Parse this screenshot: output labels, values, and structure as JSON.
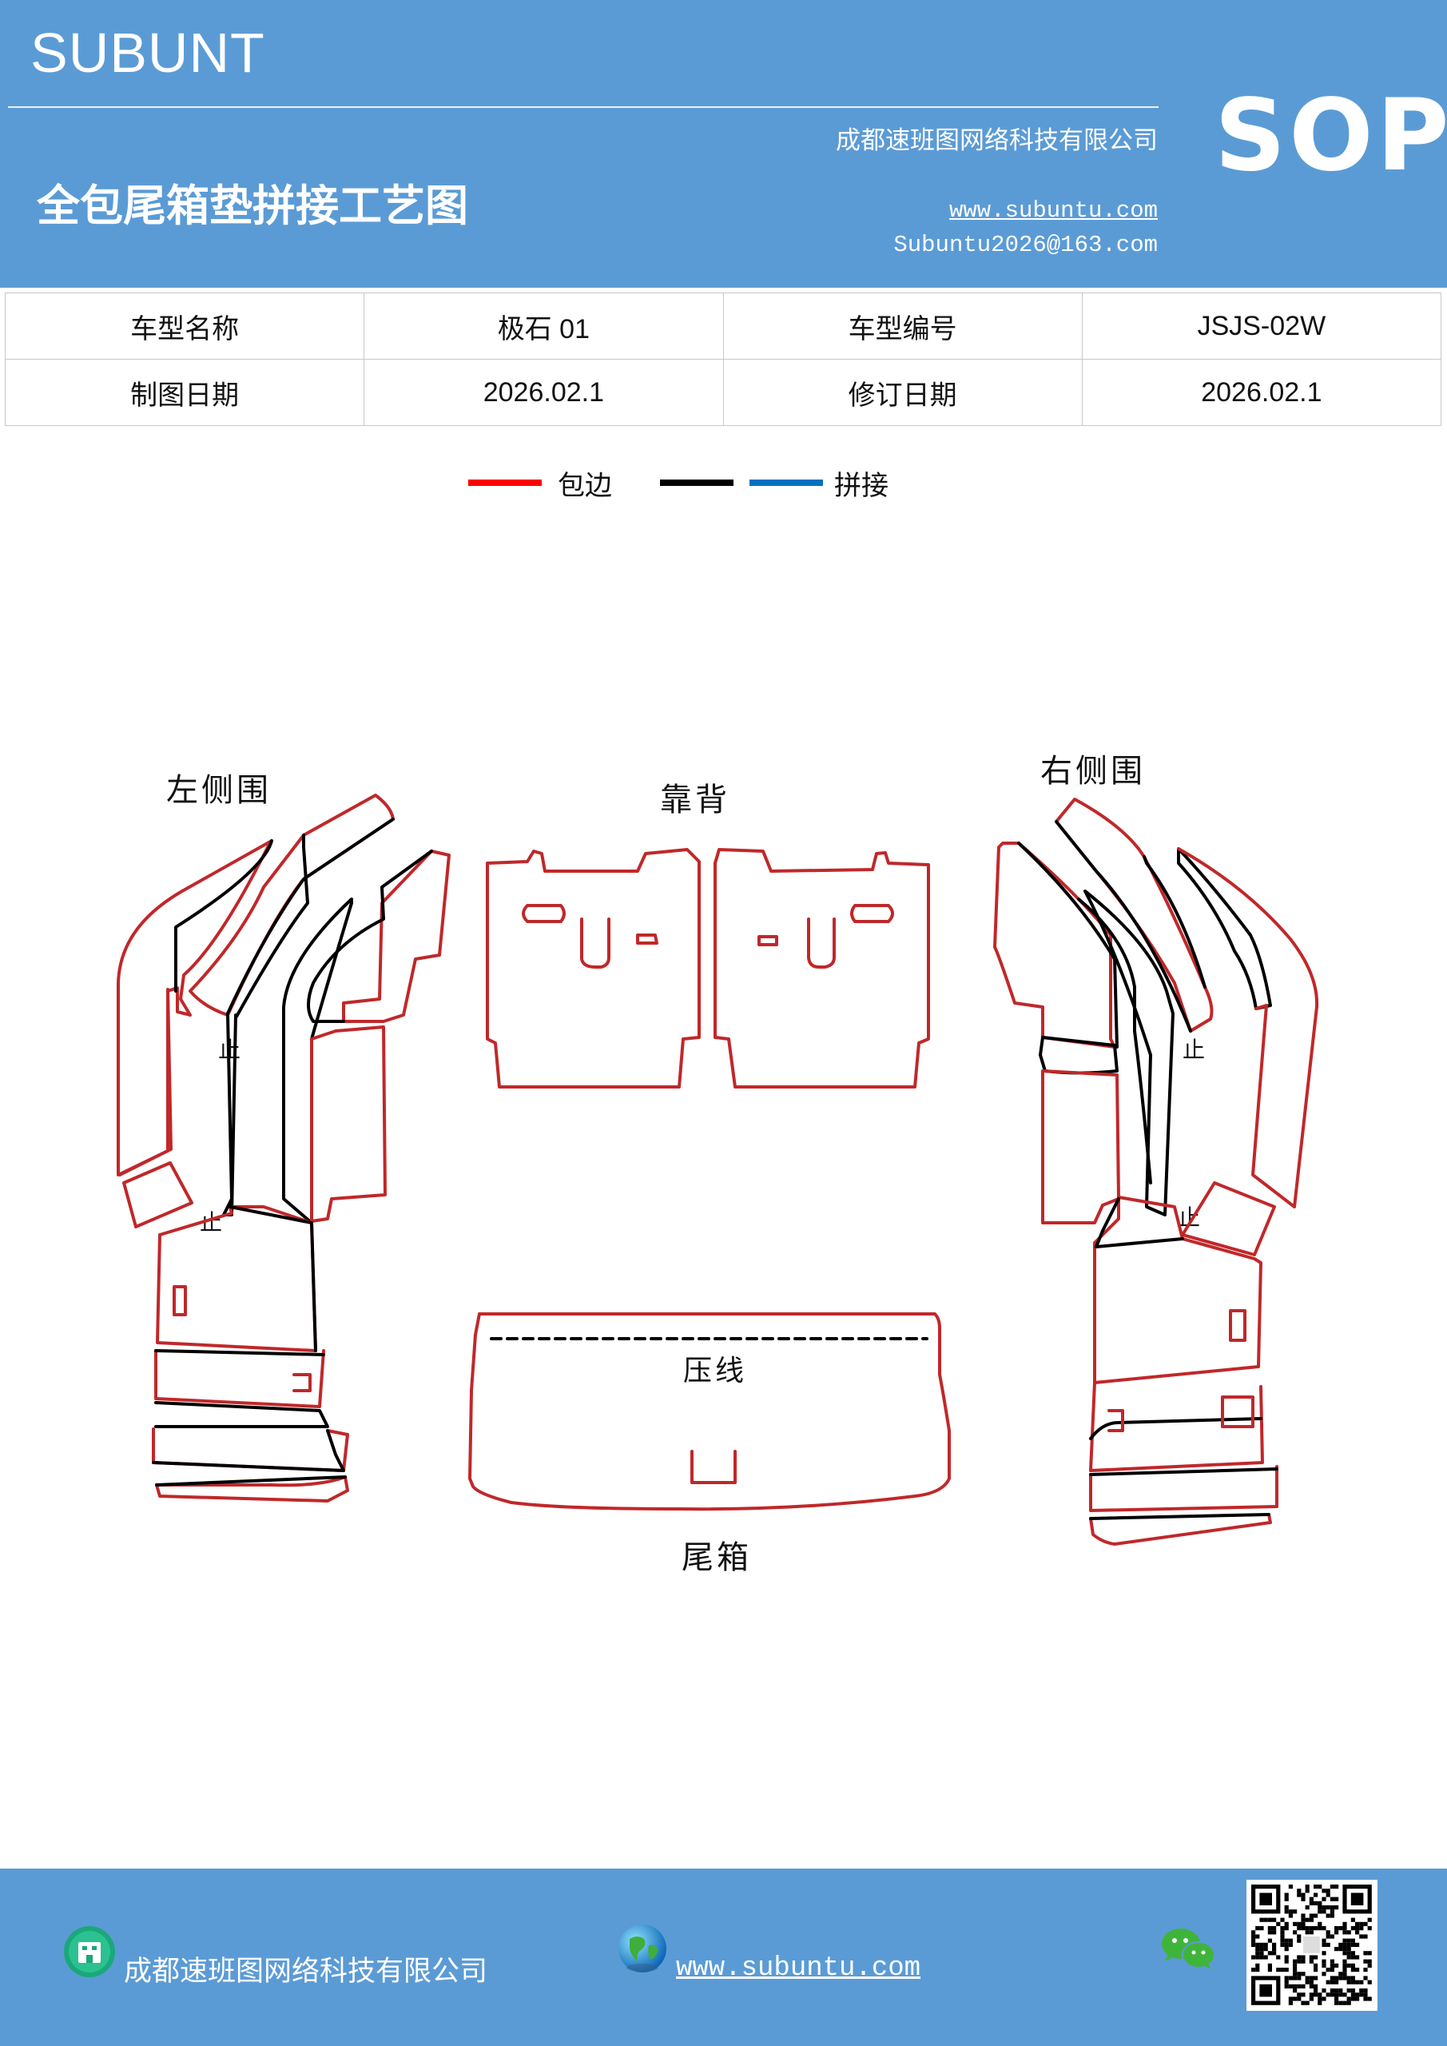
{
  "header": {
    "brand": "SUBUNT",
    "badge": "SOP",
    "company": "成都速班图网络科技有限公司",
    "title": "全包尾箱垫拼接工艺图",
    "website": "www.subuntu.com",
    "email": "Subuntu2026@163.com"
  },
  "info_table": {
    "rows": [
      {
        "label1": "车型名称",
        "value1": "极石 01",
        "label2": "车型编号",
        "value2": "JSJS-02W"
      },
      {
        "label1": "制图日期",
        "value1": "2026.02.1",
        "label2": "修订日期",
        "value2": "2026.02.1"
      }
    ]
  },
  "legend": {
    "items": [
      {
        "label": "包边",
        "color": "#ff0000"
      },
      {
        "label": "",
        "color": "#000000"
      },
      {
        "label": "拼接",
        "color": "#0070c0"
      }
    ]
  },
  "drawing": {
    "labels": {
      "left_side": "左侧围",
      "backrest": "靠背",
      "right_side": "右侧围",
      "crease": "压线",
      "trunk": "尾箱"
    },
    "stop_marks": [
      "止",
      "止",
      "止",
      "止"
    ],
    "edge_color": "#c0282a",
    "seam_color": "#000000"
  },
  "footer": {
    "company": "成都速班图网络科技有限公司",
    "website": "www.subuntu.com"
  }
}
